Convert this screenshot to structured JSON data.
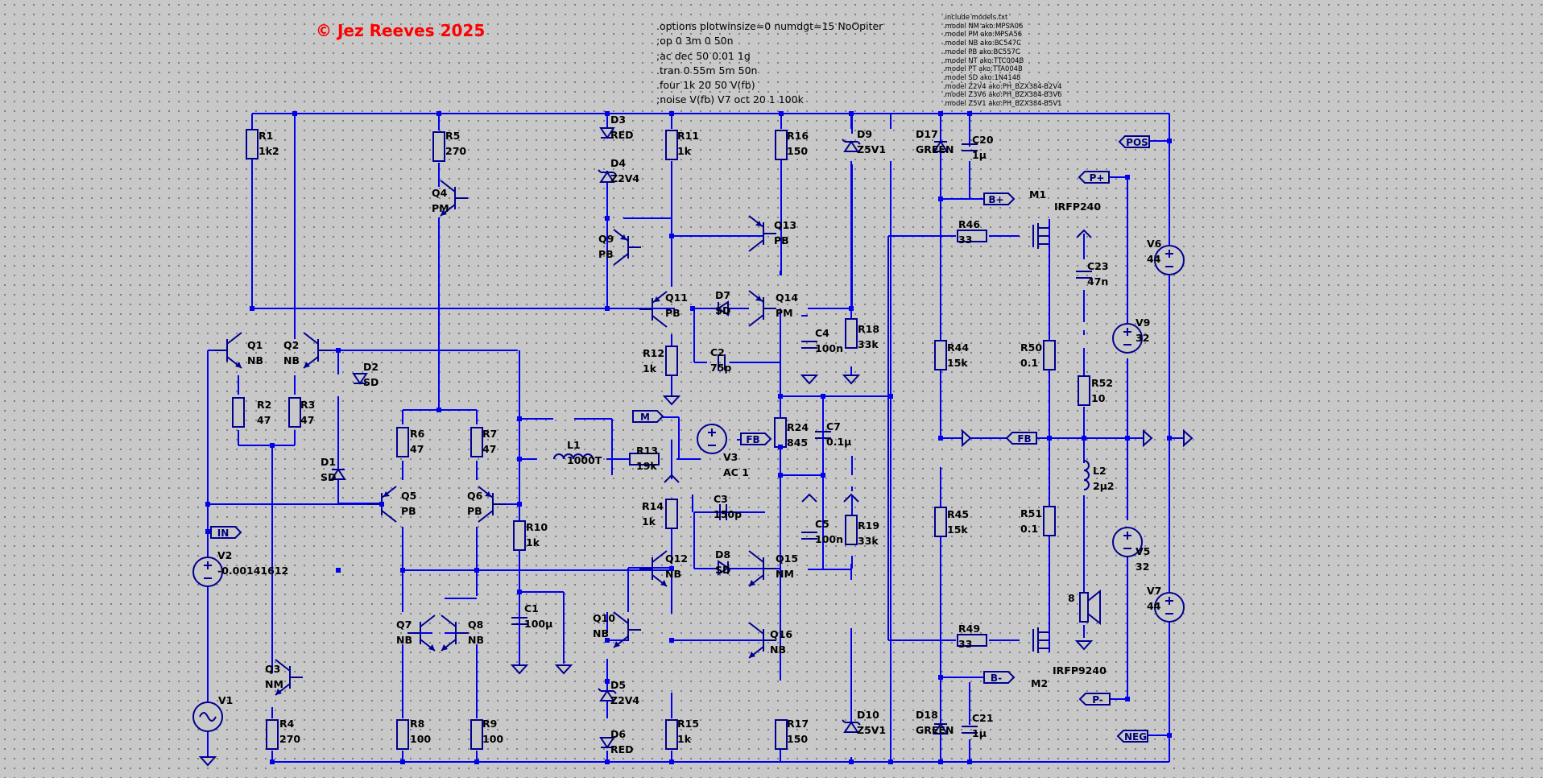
{
  "copyright": "© Jez Reeves 2025",
  "directives": [
    ".options plotwinsize=0 numdgt=15 NoOpiter",
    ";op 0 3m 0 50n",
    ";ac dec 50 0.01 1g",
    ".tran 0 55m 5m 50n",
    ".four 1k 20  50 V(fb)",
    ";noise V(fb) V7 oct 20 1 100k"
  ],
  "models": [
    ".include models.txt",
    ".model NM ako:MPSA06",
    ".model PM ako:MPSA56",
    ".model NB ako:BC547C",
    ".model PB ako:BC557C",
    ".model NT ako:TTC004B",
    ".model PT ako:TTA004B",
    ".model SD ako:1N4148",
    ".model Z2V4 ako:PH_BZX384-B2V4",
    ".model Z3V6 ako:PH_BZX384-B3V6",
    ".model Z5V1 ako:PH_BZX384-B5V1"
  ],
  "colors": {
    "wire": "#0000ee",
    "component": "#000090",
    "background": "#c8c8c8",
    "copyright": "#ff0000"
  },
  "components": {
    "R1": {
      "name": "R1",
      "value": "1k2"
    },
    "R2": {
      "name": "R2",
      "value": "47"
    },
    "R3": {
      "name": "R3",
      "value": "47"
    },
    "R4": {
      "name": "R4",
      "value": "270"
    },
    "R5": {
      "name": "R5",
      "value": "270"
    },
    "R6": {
      "name": "R6",
      "value": "47"
    },
    "R7": {
      "name": "R7",
      "value": "47"
    },
    "R8": {
      "name": "R8",
      "value": "100"
    },
    "R9": {
      "name": "R9",
      "value": "100"
    },
    "R10": {
      "name": "R10",
      "value": "1k"
    },
    "R11": {
      "name": "R11",
      "value": "1k"
    },
    "R12": {
      "name": "R12",
      "value": "1k"
    },
    "R13": {
      "name": "R13",
      "value": "19k"
    },
    "R14": {
      "name": "R14",
      "value": "1k"
    },
    "R15": {
      "name": "R15",
      "value": "1k"
    },
    "R16": {
      "name": "R16",
      "value": "150"
    },
    "R17": {
      "name": "R17",
      "value": "150"
    },
    "R18": {
      "name": "R18",
      "value": "33k"
    },
    "R19": {
      "name": "R19",
      "value": "33k"
    },
    "R24": {
      "name": "R24",
      "value": "845"
    },
    "R44": {
      "name": "R44",
      "value": "15k"
    },
    "R45": {
      "name": "R45",
      "value": "15k"
    },
    "R46": {
      "name": "R46",
      "value": "33"
    },
    "R49": {
      "name": "R49",
      "value": "33"
    },
    "R50": {
      "name": "R50",
      "value": "0.1"
    },
    "R51": {
      "name": "R51",
      "value": "0.1"
    },
    "R52": {
      "name": "R52",
      "value": "10"
    },
    "C1": {
      "name": "C1",
      "value": "100µ"
    },
    "C2": {
      "name": "C2",
      "value": "75p"
    },
    "C3": {
      "name": "C3",
      "value": "150p"
    },
    "C4": {
      "name": "C4",
      "value": "100n"
    },
    "C5": {
      "name": "C5",
      "value": "100n"
    },
    "C7": {
      "name": "C7",
      "value": "0.1µ"
    },
    "C20": {
      "name": "C20",
      "value": "1µ"
    },
    "C21": {
      "name": "C21",
      "value": "1µ"
    },
    "C23": {
      "name": "C23",
      "value": "47n"
    },
    "L1": {
      "name": "L1",
      "value": "1000T"
    },
    "L2": {
      "name": "L2",
      "value": "2µ2"
    },
    "D1": {
      "name": "D1",
      "value": "SD"
    },
    "D2": {
      "name": "D2",
      "value": "SD"
    },
    "D3": {
      "name": "D3",
      "value": "RED"
    },
    "D4": {
      "name": "D4",
      "value": "Z2V4"
    },
    "D5": {
      "name": "D5",
      "value": "Z2V4"
    },
    "D6": {
      "name": "D6",
      "value": "RED"
    },
    "D7": {
      "name": "D7",
      "value": "SD"
    },
    "D8": {
      "name": "D8",
      "value": "SD"
    },
    "D9": {
      "name": "D9",
      "value": "Z5V1"
    },
    "D10": {
      "name": "D10",
      "value": "Z5V1"
    },
    "D17": {
      "name": "D17",
      "value": "GREEN"
    },
    "D18": {
      "name": "D18",
      "value": "GREEN"
    },
    "Q1": {
      "name": "Q1",
      "value": "NB"
    },
    "Q2": {
      "name": "Q2",
      "value": "NB"
    },
    "Q3": {
      "name": "Q3",
      "value": "NM"
    },
    "Q4": {
      "name": "Q4",
      "value": "PM"
    },
    "Q5": {
      "name": "Q5",
      "value": "PB"
    },
    "Q6": {
      "name": "Q6",
      "value": "PB"
    },
    "Q7": {
      "name": "Q7",
      "value": "NB"
    },
    "Q8": {
      "name": "Q8",
      "value": "NB"
    },
    "Q9": {
      "name": "Q9",
      "value": "PB"
    },
    "Q10": {
      "name": "Q10",
      "value": "NB"
    },
    "Q11": {
      "name": "Q11",
      "value": "PB"
    },
    "Q12": {
      "name": "Q12",
      "value": "NB"
    },
    "Q13": {
      "name": "Q13",
      "value": "PB"
    },
    "Q14": {
      "name": "Q14",
      "value": "PM"
    },
    "Q15": {
      "name": "Q15",
      "value": "NM"
    },
    "Q16": {
      "name": "Q16",
      "value": "NB"
    },
    "M1": {
      "name": "M1",
      "value": "IRFP240"
    },
    "M2": {
      "name": "M2",
      "value": "IRFP9240"
    },
    "V1": {
      "name": "V1",
      "value": ""
    },
    "V2": {
      "name": "V2",
      "value": "-0.00141612"
    },
    "V3": {
      "name": "V3",
      "value": "AC 1"
    },
    "V5": {
      "name": "V5",
      "value": "32"
    },
    "V6": {
      "name": "V6",
      "value": "44"
    },
    "V7": {
      "name": "V7",
      "value": "44"
    },
    "V9": {
      "name": "V9",
      "value": "32"
    },
    "SPK": {
      "name": "",
      "value": "8"
    }
  },
  "net_labels": {
    "IN": "IN",
    "M": "M",
    "FB": "FB",
    "FB2": "FB",
    "POS": "POS",
    "NEG": "NEG",
    "Pplus": "P+",
    "Pminus": "P-",
    "Bplus": "B+",
    "Bminus": "B-"
  }
}
